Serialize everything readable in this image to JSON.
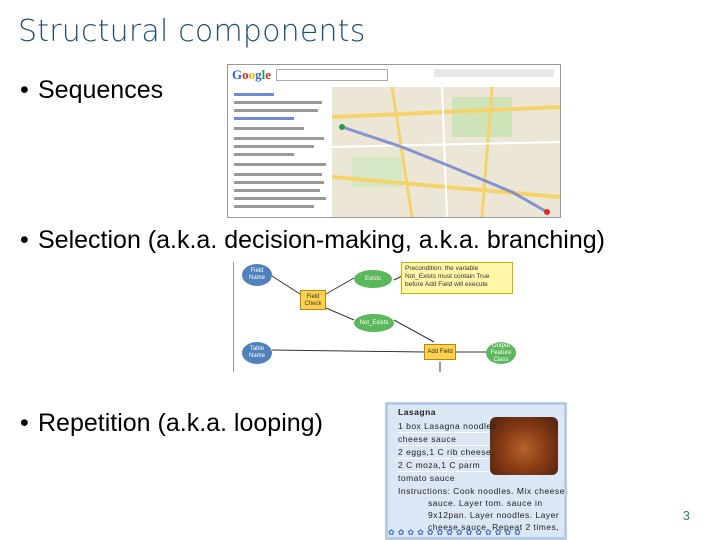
{
  "slide": {
    "title": "Structural components",
    "bullets": [
      "Sequences",
      "Selection (a.k.a. decision-making, a.k.a. branching)",
      "Repetition (a.k.a. looping)"
    ],
    "bullet_char": "•",
    "page_number": "3"
  },
  "map_image": {
    "logo": "Google"
  },
  "flowchart": {
    "field_name": "Field\nName",
    "exists": "Exists",
    "field_check": "Field\nCheck",
    "not_exists": "Not_Exists",
    "table_name": "Table\nName",
    "add_field": "Add Field",
    "output": "Output\nFeature\nClass",
    "callout": "Precondition: the variable Not_Exists must contain True before Add Field will execute"
  },
  "recipe": {
    "title": "Lasagna",
    "lines": [
      "1 box Lasagna noodles",
      "cheese sauce",
      "2 eggs,1 C rib cheese,",
      "2 C moza,1 C parm",
      "tomato sauce",
      "Instructions: Cook noodles. Mix cheese",
      "sauce. Layer tom. sauce in",
      "9x12pan. Layer noodles. Layer",
      "cheese sauce. Repeat 2 times,"
    ]
  },
  "colors": {
    "title": "#1f4e79",
    "page_number": "#2e8b57",
    "card_bg": "#dbe7f5"
  }
}
